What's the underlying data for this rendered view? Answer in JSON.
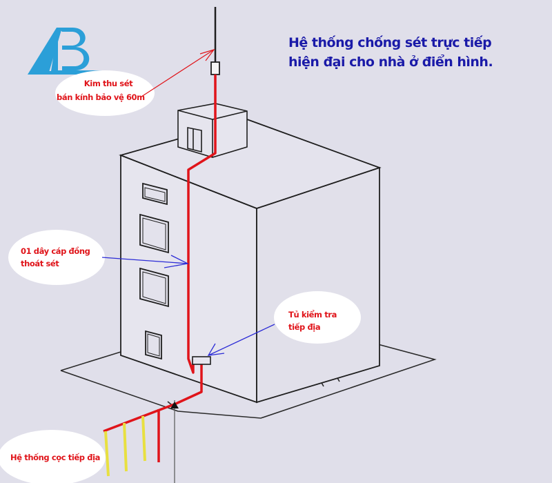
{
  "title": {
    "line1": "Hệ thống chống sét  trực tiếp",
    "line2": "hiện đại cho nhà ở điển hình."
  },
  "logo": {
    "icon": "ab-logo-icon",
    "letters": "AB",
    "color": "#2b9fd8"
  },
  "callouts": {
    "air_terminal": {
      "line1": "Kim thu sét",
      "line2": "bán kính bảo vệ 60m",
      "arrow_color": "#e0141a"
    },
    "down_conductor": {
      "line1": "01 dây cáp đồng",
      "line2": "thoát sét",
      "arrow_color": "#2b2bd6"
    },
    "test_box": {
      "line1": "Tủ kiểm tra",
      "line2": "tiếp địa",
      "arrow_color": "#2b2bd6"
    },
    "ground_rods": {
      "line1": "Hệ thống cọc tiếp địa"
    }
  },
  "colors": {
    "background": "#e0dfea",
    "conductor": "#e0141a",
    "ground_rod": "#e8e040",
    "outline": "#1e1e1e",
    "title": "#1a1aa8",
    "callout_bg": "#ffffff"
  }
}
